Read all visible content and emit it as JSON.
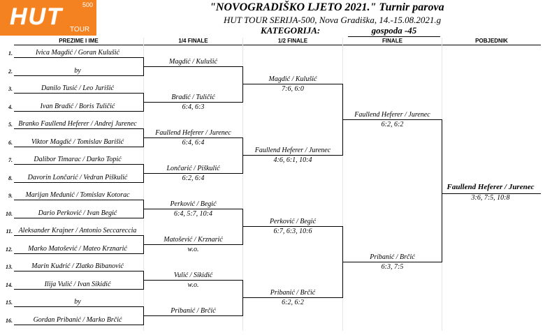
{
  "header": {
    "logo_number": "500",
    "logo_text": "HUT",
    "logo_sub": "TOUR",
    "title": "\"NOVOGRADIŠKO LJETO 2021.\" Turnir parova",
    "subtitle": "HUT TOUR SERIJA-500, Nova Gradiška, 14.-15.08.2021.g",
    "category_label": "KATEGORIJA:",
    "category_value": "gospoda -45"
  },
  "columns": {
    "players": "PREZIME I IME",
    "qf": "1/4 FINALE",
    "sf": "1/2 FINALE",
    "final": "FINALE",
    "winner": "POBJEDNIK"
  },
  "entries": [
    {
      "num": "1.",
      "name": "Ivica Magdić / Goran Kulušić"
    },
    {
      "num": "2.",
      "name": "by"
    },
    {
      "num": "3.",
      "name": "Danilo Tusić / Leo Jurišić"
    },
    {
      "num": "4.",
      "name": "Ivan Bradić / Boris Tuličić"
    },
    {
      "num": "5.",
      "name": "Branko Faullend Heferer / Andrej Jurenec"
    },
    {
      "num": "6.",
      "name": "Viktor Magdić / Tomislav Barišić"
    },
    {
      "num": "7.",
      "name": "Dalibor Timarac / Darko Topić"
    },
    {
      "num": "8.",
      "name": "Davorin Lončarić / Vedran Piškulić"
    },
    {
      "num": "9.",
      "name": "Marijan Medunić / Tomislav Kotorac"
    },
    {
      "num": "10.",
      "name": "Dario Perković / Ivan Begić"
    },
    {
      "num": "11.",
      "name": "Aleksander Krajner / Antonio Seccareccia"
    },
    {
      "num": "12.",
      "name": "Marko Matošević / Mateo Krznarić"
    },
    {
      "num": "13.",
      "name": "Marin Kudrić / Zlatko Bibanović"
    },
    {
      "num": "14.",
      "name": "Ilija Vulić / Ivan Sikidić"
    },
    {
      "num": "15.",
      "name": "by"
    },
    {
      "num": "16.",
      "name": "Gordan Pribanić / Marko Brčić"
    }
  ],
  "qf": [
    {
      "team": "Magdić / Kulušić",
      "score": ""
    },
    {
      "team": "Bradić / Tuličić",
      "score": "6:4, 6:3"
    },
    {
      "team": "Faullend Heferer / Jurenec",
      "score": "6:4, 6:4"
    },
    {
      "team": "Lončarić / Piškulić",
      "score": "6:2, 6:4"
    },
    {
      "team": "Perković / Begić",
      "score": "6:4, 5:7, 10:4"
    },
    {
      "team": "Matošević / Krznarić",
      "score": "w.o."
    },
    {
      "team": "Vulić / Sikidić",
      "score": "w.o."
    },
    {
      "team": "Pribanić / Brčić",
      "score": ""
    }
  ],
  "sf": [
    {
      "team": "Magdić / Kulušić",
      "score": "7:6, 6:0"
    },
    {
      "team": "Faullend Heferer / Jurenec",
      "score": "4:6, 6:1, 10:4"
    },
    {
      "team": "Perković / Begić",
      "score": "6:7, 6:3, 10:6"
    },
    {
      "team": "Pribanić / Brčić",
      "score": "6:2, 6:2"
    }
  ],
  "final": [
    {
      "team": "Faullend Heferer / Jurenec",
      "score": "6:2, 6:2"
    },
    {
      "team": "Pribanić / Brčić",
      "score": "6:3, 7:5"
    }
  ],
  "winner": {
    "team": "Faullend Heferer / Jurenec",
    "score": "3:6, 7:5, 10:8"
  }
}
